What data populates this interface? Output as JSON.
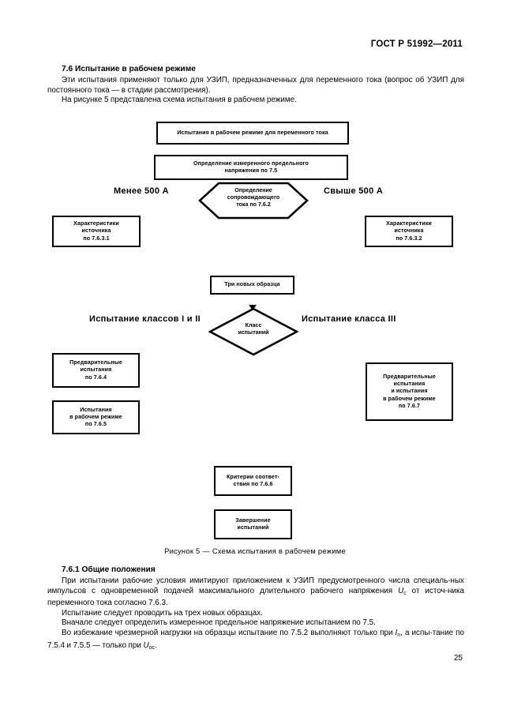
{
  "header": {
    "standard": "ГОСТ Р 51992—2011"
  },
  "page_number": "25",
  "section_76": {
    "title": "7.6 Испытание в рабочем режиме",
    "p1": "Эти испытания применяют только для УЗИП, предназначенных для переменного тока (вопрос об УЗИП для постоянного тока — в стадии рассмотрения).",
    "p2": "На рисунке 5 представлена схема испытания в рабочем режиме."
  },
  "figure": {
    "caption": "Рисунок 5 — Схема испытания в рабочем режиме",
    "nodes": {
      "start": "Испытания в рабочем режиме для переменного тока",
      "measure": "Определение измеренного предельного напряжения по 7.5",
      "hex_decision": "Определение сопровождающего тока по 7.6.2",
      "source_left": "Характеристики источника по 7.6.3.1",
      "source_right": "Характеристики источника по 7.6.3.2",
      "three_samples": "Три новых образца",
      "diamond_decision": "Класс испытаний",
      "prelim_left": "Предварительные испытания по 7.6.4",
      "operating_left": "Испытания в рабочем режиме по 7.6.5",
      "right_combined": "Предварительные испытания и испытания в рабочем режиме по 7.6.7",
      "criteria": "Критерии соответ- ствия по 7.6.6",
      "end": "Завершение испытаний"
    },
    "node_lines": {
      "start": [
        "Испытания в рабочем режиме для переменного тока"
      ],
      "measure": [
        "Определение измеренного предельного",
        "напряжения по 7.5"
      ],
      "hex_decision": [
        "Определение",
        "сопровождающего",
        "тока по 7.6.2"
      ],
      "source_left": [
        "Характеристики",
        "источника",
        "по 7.6.3.1"
      ],
      "source_right": [
        "Характеристики",
        "источника",
        "по 7.6.3.2"
      ],
      "three_samples": [
        "Три новых образца"
      ],
      "diamond_decision": [
        "Класс",
        "испытаний"
      ],
      "prelim_left": [
        "Предварительные",
        "испытания",
        "по 7.6.4"
      ],
      "operating_left": [
        "Испытания",
        "в рабочем режиме",
        "по 7.6.5"
      ],
      "right_combined": [
        "Предварительные",
        "испытания",
        "и испытания",
        "в рабочем режиме",
        "по 7.6.7"
      ],
      "criteria": [
        "Критерии соответ-",
        "ствия по 7.6.6"
      ],
      "end": [
        "Завершение",
        "испытаний"
      ]
    },
    "edge_labels": {
      "less_500": "Менее 500 А",
      "over_500": "Свыше 500 А",
      "class_1_2": "Испытание классов I и II",
      "class_3": "Испытание класса III"
    }
  },
  "section_761": {
    "title": "7.6.1 Общие положения",
    "p1_a": "При испытании рабочие условия имитируют приложением к УЗИП предусмотренного числа специаль-ных импульсов с одновременной подачей максимального длительного рабочего напряжения ",
    "p1_u": "U",
    "p1_u_sub": "c",
    "p1_b": " от источ-ника переменного тока согласно 7.6.3.",
    "p2": "Испытание следует проводить на трех новых образцах.",
    "p3": "Вначале следует определить измеренное предельное напряжение испытанием по 7.5.",
    "p4_a": "Во избежание чрезмерной нагрузки на образцы испытание по 7.5.2 выполняют только при ",
    "p4_i": "I",
    "p4_i_sub": "n",
    "p4_b": ", а испы-тание по 7.5.4 и 7.5.5 — только при ",
    "p4_u": "U",
    "p4_u_sub": "ос",
    "p4_c": "."
  },
  "colors": {
    "ink": "#000000",
    "paper": "#ffffff"
  }
}
